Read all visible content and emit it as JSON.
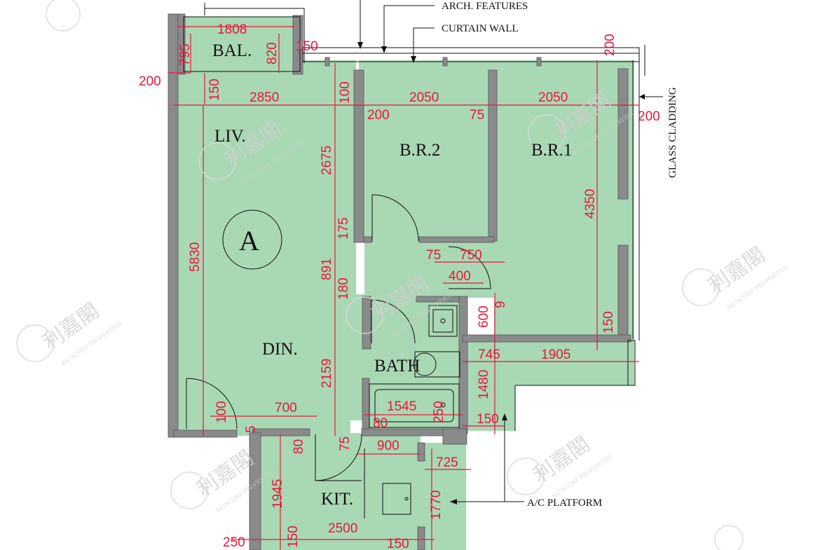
{
  "unit": {
    "mark": "A"
  },
  "rooms": {
    "balcony": "BAL.",
    "living": "LIV.",
    "dining": "DIN.",
    "bedroom2": "B.R.2",
    "bedroom1": "B.R.1",
    "bathroom": "BATH",
    "kitchen": "KIT."
  },
  "callouts": {
    "arch_features": "ARCH. FEATURES",
    "curtain_wall": "CURTAIN WALL",
    "glass_cladding": "GLASS CLADDING",
    "ac_platform": "A/C PLATFORM"
  },
  "dimensions": {
    "bal_width": "1808",
    "bal_depth_left": "795",
    "bal_depth_right": "820",
    "bal_side": "150",
    "top_right_200": "200",
    "left_200": "200",
    "left_150": "150",
    "liv_width": "2850",
    "d_100": "100",
    "br2_width": "2050",
    "br1_width": "2050",
    "d_200a": "200",
    "d_75a": "75",
    "right_200": "200",
    "liv_depth": "2675",
    "br1_depth": "4350",
    "total_depth": "5830",
    "d_175": "175",
    "d_891": "891",
    "d_180": "180",
    "d_75b": "75",
    "d_750": "750",
    "d_400": "400",
    "d_600": "600",
    "d_9": "9",
    "d_150a": "150",
    "d_745": "745",
    "d_1905": "1905",
    "din_depth": "2159",
    "d_1480": "1480",
    "d_100b": "100",
    "d_700": "700",
    "d_1545": "1545",
    "d_250a": "250",
    "d_80a": "80",
    "d_150b": "150",
    "d_5": "5",
    "d_80b": "80",
    "d_75c": "75",
    "d_900": "900",
    "d_725": "725",
    "d_1945": "1945",
    "d_1770": "1770",
    "d_2500": "2500",
    "d_250b": "250",
    "d_150c": "150",
    "d_150d": "150"
  },
  "watermark": {
    "brand_cn": "利嘉閣",
    "brand_en": "RICACORP PROPERTIES"
  },
  "colors": {
    "floor": "#a8d8b4",
    "wall": "#8a8a8a",
    "dimension": "#e8173c"
  }
}
